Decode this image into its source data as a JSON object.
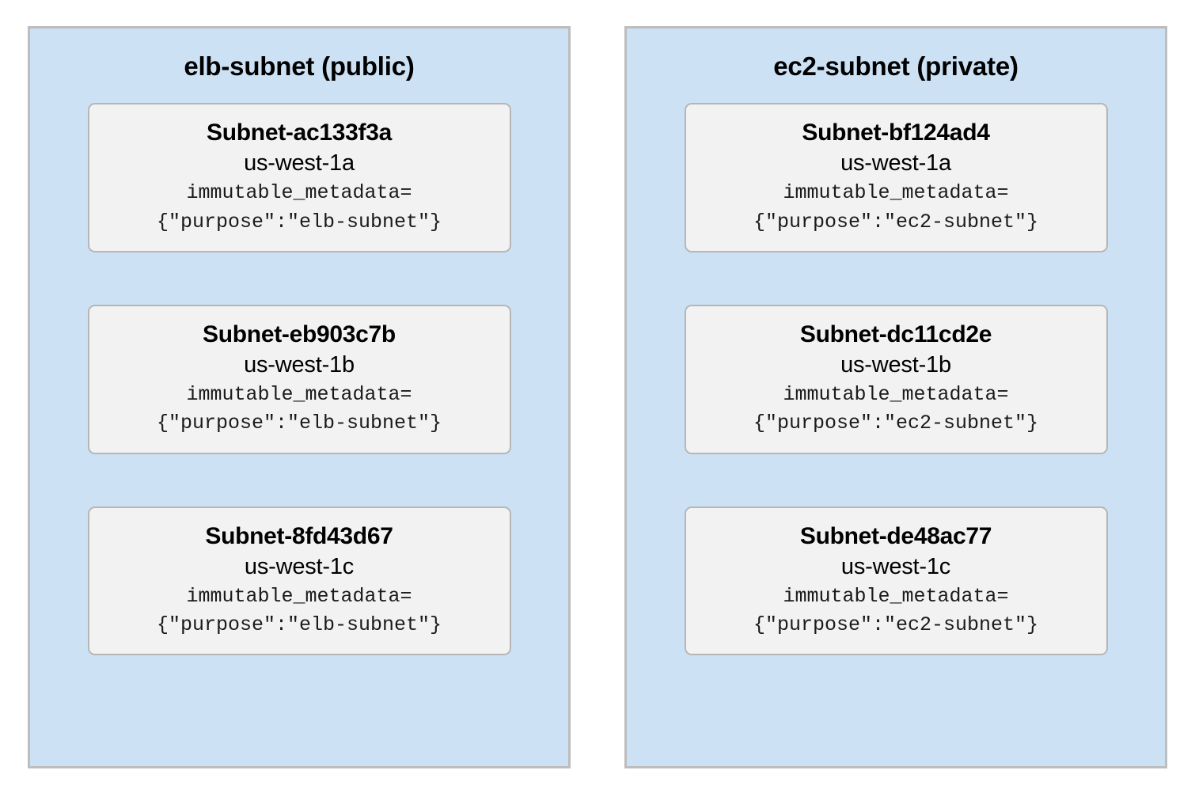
{
  "diagram": {
    "type": "network-subnet-layout",
    "background_color": "#ffffff",
    "panel_fill_color": "#cde1f5",
    "panel_border_color": "#bdbdbd",
    "card_fill_color": "#f2f2f2",
    "card_border_color": "#b6b6b6"
  },
  "panels": [
    {
      "title": "elb-subnet (public)",
      "cards": [
        {
          "name": "Subnet-ac133f3a",
          "az": "us-west-1a",
          "meta_key": "immutable_metadata=",
          "meta_value": "{\"purpose\":\"elb-subnet\"}"
        },
        {
          "name": "Subnet-eb903c7b",
          "az": "us-west-1b",
          "meta_key": "immutable_metadata=",
          "meta_value": "{\"purpose\":\"elb-subnet\"}"
        },
        {
          "name": "Subnet-8fd43d67",
          "az": "us-west-1c",
          "meta_key": "immutable_metadata=",
          "meta_value": "{\"purpose\":\"elb-subnet\"}"
        }
      ]
    },
    {
      "title": "ec2-subnet (private)",
      "cards": [
        {
          "name": "Subnet-bf124ad4",
          "az": "us-west-1a",
          "meta_key": "immutable_metadata=",
          "meta_value": "{\"purpose\":\"ec2-subnet\"}"
        },
        {
          "name": "Subnet-dc11cd2e",
          "az": "us-west-1b",
          "meta_key": "immutable_metadata=",
          "meta_value": "{\"purpose\":\"ec2-subnet\"}"
        },
        {
          "name": "Subnet-de48ac77",
          "az": "us-west-1c",
          "meta_key": "immutable_metadata=",
          "meta_value": "{\"purpose\":\"ec2-subnet\"}"
        }
      ]
    }
  ]
}
